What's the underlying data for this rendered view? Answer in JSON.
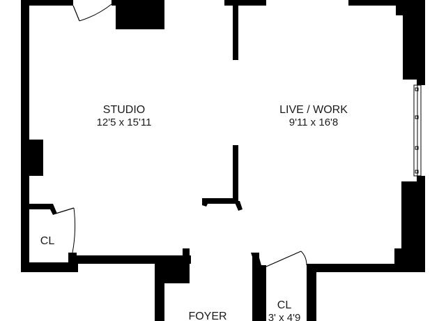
{
  "rooms": {
    "studio": {
      "name": "STUDIO",
      "dims": "12'5 x 15'11"
    },
    "live_work": {
      "name": "LIVE / WORK",
      "dims": "9'11 x 16'8"
    },
    "closet_left": {
      "name": "CL"
    },
    "foyer": {
      "name": "FOYER"
    },
    "closet_right": {
      "name": "CL",
      "dims": "3' x 4'9"
    }
  },
  "colors": {
    "wall": "#000000",
    "background": "#ffffff",
    "text": "#1a1a1a"
  }
}
